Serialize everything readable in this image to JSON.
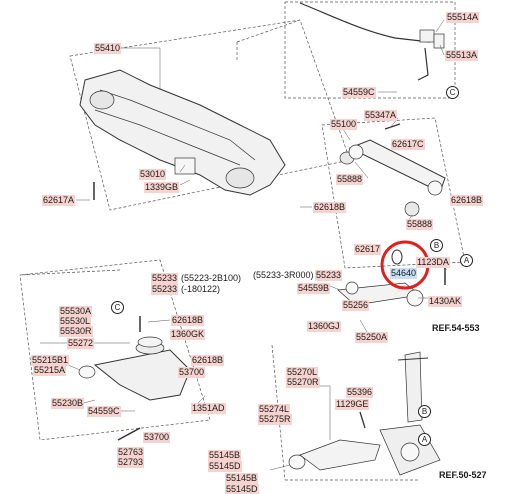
{
  "parts": {
    "p55514A": "55514A",
    "p55513A": "55513A",
    "p55410": "55410",
    "p54559C_top": "54559C",
    "p55347A": "55347A",
    "p55100": "55100",
    "p62617C": "62617C",
    "p55888_a": "55888",
    "p53010": "53010",
    "p1339GB": "1339GB",
    "p62617A": "62617A",
    "p62618B_mid": "62618B",
    "p62618B_right": "62618B",
    "p55888_b": "55888",
    "p62617_partial": "62617",
    "p1123DA": "1123DA",
    "p54640": "54640",
    "p55233_a": "55233",
    "p55223_2B100": "(55223-2B100)",
    "p55233_b": "55233",
    "p180122": "(-180122)",
    "p55233_3R000": "(55233-3R000)",
    "p55233_c": "55233",
    "p54559B": "54559B",
    "p1430AK": "1430AK",
    "p55256": "55256",
    "p62618B_c": "62618B",
    "p1360GK": "1360GK",
    "p1360GJ": "1360GJ",
    "p55250A": "55250A",
    "p55530A": "55530A",
    "p55530L": "55530L",
    "p55530R": "55530R",
    "p55272": "55272",
    "p55215B1": "55215B1",
    "p55215A": "55215A",
    "p62618B_d": "62618B",
    "p53700_a": "53700",
    "p55230B": "55230B",
    "p1351AD": "1351AD",
    "p54559C_bot": "54559C",
    "p53700_b": "53700",
    "p52763": "52763",
    "p52793": "52793",
    "p55270L": "55270L",
    "p55270R": "55270R",
    "p55396": "55396",
    "p1129GE": "1129GE",
    "p55274L": "55274L",
    "p55275R": "55275R",
    "p55145B_a": "55145B",
    "p55145D_a": "55145D",
    "p55145B_b": "55145B",
    "p55145D_b": "55145D"
  },
  "refs": {
    "ref1": "REF.54-553",
    "ref2": "REF.50-527"
  },
  "markers": {
    "A1": "A",
    "A2": "A",
    "B1": "B",
    "B2": "B",
    "C1": "C",
    "C2": "C"
  },
  "highlight_color": "#e02020"
}
